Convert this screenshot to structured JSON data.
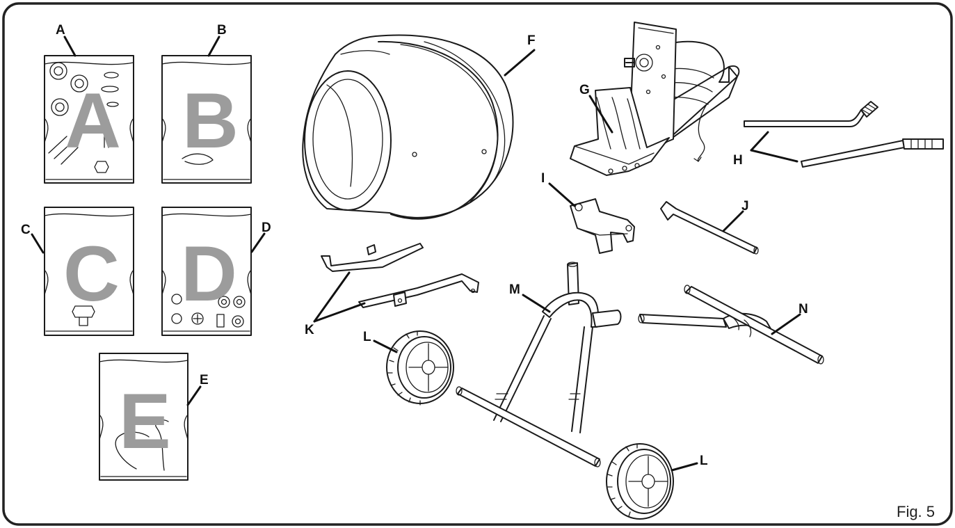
{
  "figure": {
    "label": "Fig. 5"
  },
  "bags": [
    {
      "callout": "A",
      "letter": "A"
    },
    {
      "callout": "B",
      "letter": "B"
    },
    {
      "callout": "C",
      "letter": "C"
    },
    {
      "callout": "D",
      "letter": "D"
    },
    {
      "callout": "E",
      "letter": "E"
    }
  ],
  "parts": {
    "F": "F",
    "G": "G",
    "H": "H",
    "I": "I",
    "J": "J",
    "K": "K",
    "L1": "L",
    "L2": "L",
    "M": "M",
    "N": "N"
  },
  "colors": {
    "stroke": "#1a1a1a",
    "bag_letter": "#9c9c9c",
    "frame": "#222222"
  }
}
